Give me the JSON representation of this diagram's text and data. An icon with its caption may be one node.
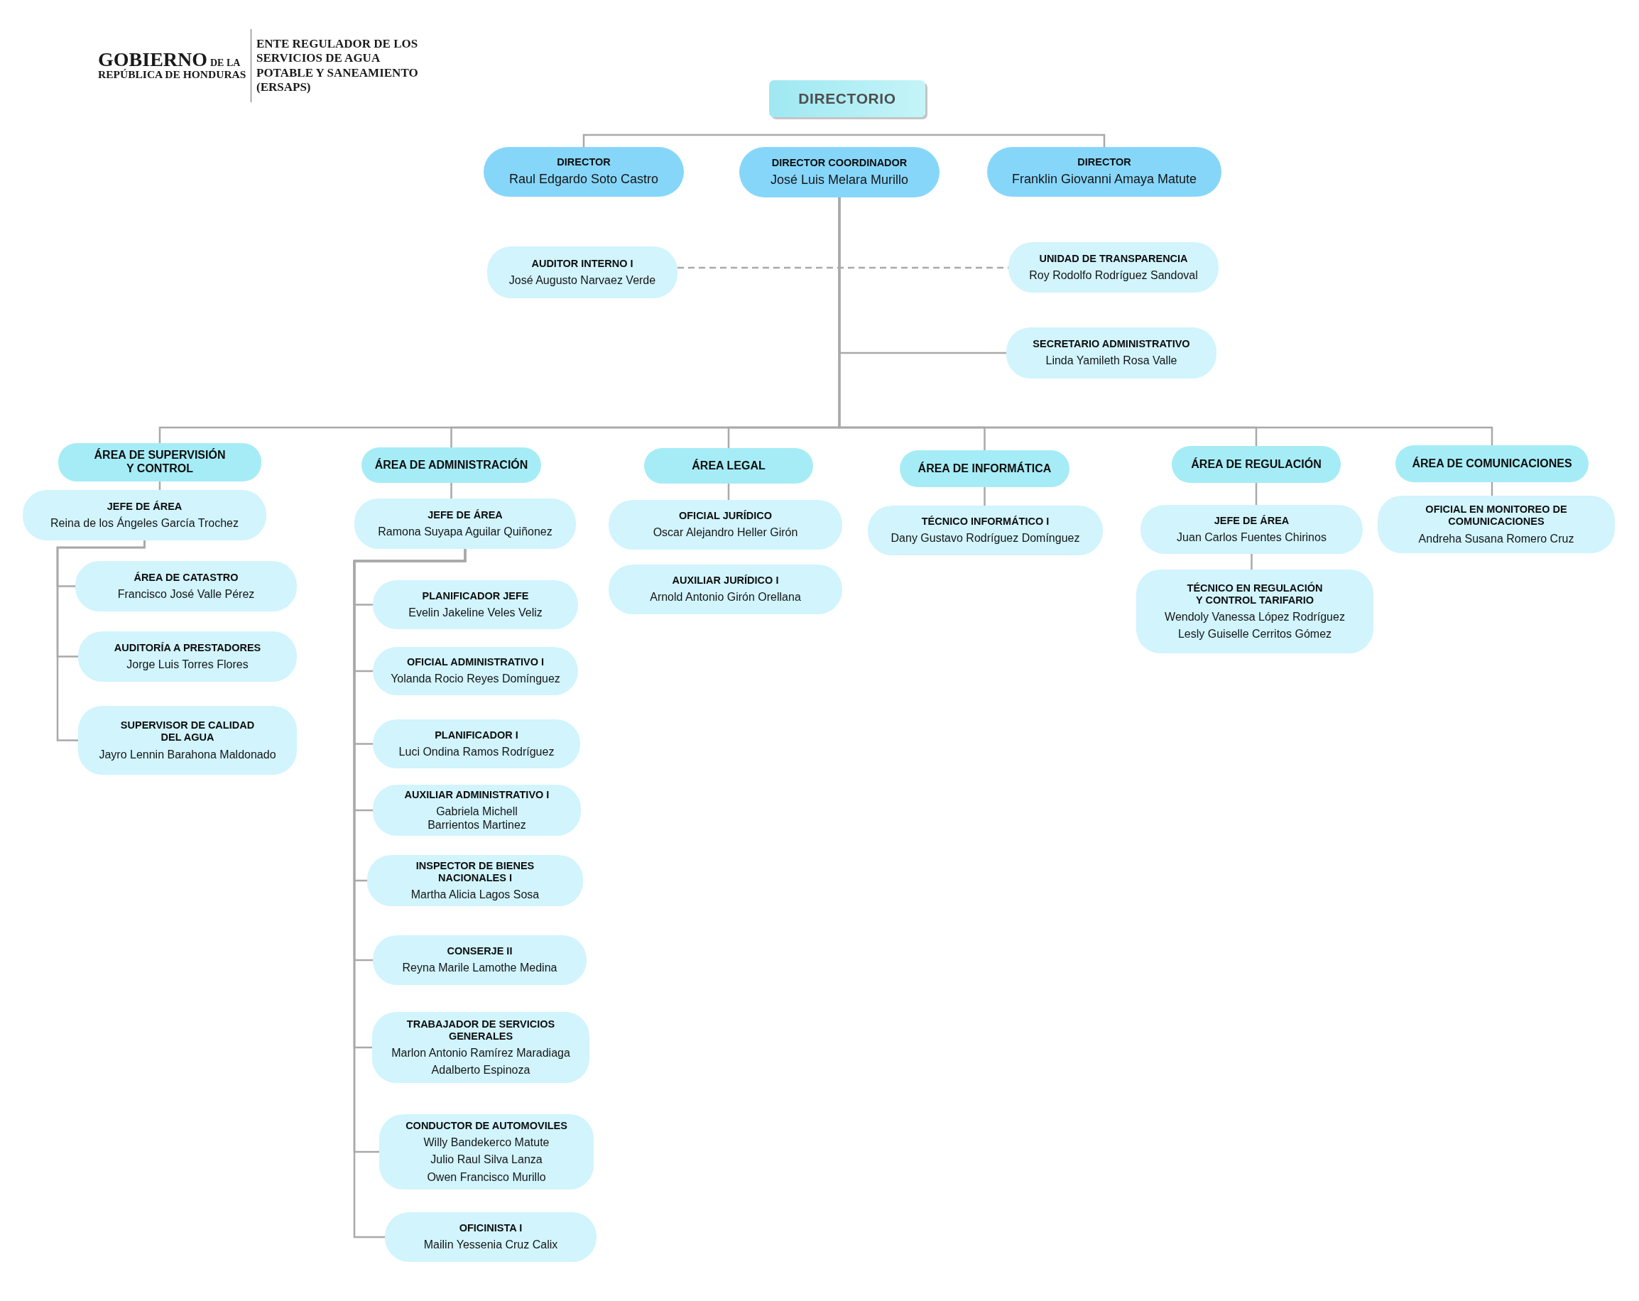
{
  "diagram": {
    "nodes": [
      {
        "text": [
          "DIRECTORIO"
        ]
      },
      {
        "text": [
          "DIRECTOR",
          "Raul Edgardo Soto Castro"
        ]
      },
      {
        "text": [
          "DIRECTOR COORDINADOR",
          "José Luis Melara Murillo"
        ]
      },
      {
        "text": [
          "DIRECTOR",
          "Franklin Giovanni Amaya Matute"
        ]
      },
      {
        "text": [
          "AUDITOR INTERNO I",
          "José Augusto Narvaez Verde"
        ]
      },
      {
        "text": [
          "UNIDAD DE TRANSPARENCIA",
          "Roy Rodolfo Rodríguez Sandoval"
        ]
      },
      {
        "text": [
          "SECRETARIO ADMINISTRATIVO",
          "Linda Yamileth Rosa Valle"
        ]
      },
      {
        "text": [
          "ÁREA DE SUPERVISIÓN Y CONTROL"
        ]
      },
      {
        "text": [
          "JEFE DE ÁREA",
          "Reina de los Ángeles García Trochez"
        ]
      },
      {
        "text": [
          "ÁREA DE CATASTRO",
          "Francisco José Valle Pérez"
        ]
      },
      {
        "text": [
          "AUDITORÍA A PRESTADORES",
          "Jorge Luis Torres Flores"
        ]
      },
      {
        "text": [
          "SUPERVISOR DE CALIDAD DEL AGUA",
          "Jayro Lennin Barahona Maldonado"
        ]
      },
      {
        "text": [
          "ÁREA DE ADMINISTRACIÓN"
        ]
      },
      {
        "text": [
          "JEFE DE ÁREA",
          "Ramona Suyapa Aguilar Quiñonez"
        ]
      },
      {
        "text": [
          "PLANIFICADOR JEFE",
          "Evelin Jakeline Veles Veliz"
        ]
      },
      {
        "text": [
          "OFICIAL ADMINISTRATIVO I",
          "Yolanda Rocio Reyes Domínguez"
        ]
      },
      {
        "text": [
          "PLANIFICADOR I",
          "Luci Ondina Ramos Rodríguez"
        ]
      },
      {
        "text": [
          "AUXILIAR ADMINISTRATIVO I",
          "Gabriela Michell Barrientos Martinez"
        ]
      },
      {
        "text": [
          "INSPECTOR DE BIENES NACIONALES I",
          "Martha Alicia Lagos Sosa"
        ]
      },
      {
        "text": [
          "CONSERJE II",
          "Reyna Marile Lamothe Medina"
        ]
      },
      {
        "text": [
          "TRABAJADOR DE SERVICIOS GENERALES",
          "Marlon Antonio Ramírez Maradiaga",
          "Adalberto Espinoza"
        ]
      },
      {
        "text": [
          "CONDUCTOR DE AUTOMOVILES",
          "Willy Bandekerco Matute",
          "Julio Raul Silva Lanza",
          "Owen Francisco Murillo"
        ]
      },
      {
        "text": [
          "OFICINISTA I",
          "Mailin Yessenia Cruz Calix"
        ]
      },
      {
        "text": [
          "ÁREA LEGAL"
        ]
      },
      {
        "text": [
          "OFICIAL JURÍDICO",
          "Oscar Alejandro Heller Girón"
        ]
      },
      {
        "text": [
          "AUXILIAR JURÍDICO I",
          "Arnold Antonio Girón Orellana"
        ]
      },
      {
        "text": [
          "ÁREA DE INFORMÁTICA"
        ]
      },
      {
        "text": [
          "TÉCNICO INFORMÁTICO I",
          "Dany Gustavo Rodríguez Domínguez"
        ]
      },
      {
        "text": [
          "ÁREA DE REGULACIÓN"
        ]
      },
      {
        "text": [
          "JEFE DE ÁREA",
          "Juan Carlos Fuentes Chirinos"
        ]
      },
      {
        "text": [
          "TÉCNICO EN REGULACIÓN Y CONTROL TARIFARIO",
          "Wendoly Vanessa López Rodríguez",
          "Lesly Guiselle Cerritos Gómez"
        ]
      },
      {
        "text": [
          "ÁREA DE COMUNICACIONES"
        ]
      },
      {
        "text": [
          "OFICIAL EN MONITOREO DE COMUNICACIONES",
          "Andreha Susana Romero Cruz"
        ]
      }
    ],
    "edges": [
      {
        "from": 1,
        "to": 3,
        "arrow": "none"
      },
      {
        "from": 4,
        "to": 5,
        "arrow": "none",
        "style": "dashed"
      },
      {
        "from": 2,
        "to": 6,
        "arrow": "none"
      },
      {
        "from": 2,
        "to": 7,
        "arrow": "none"
      },
      {
        "from": 2,
        "to": 12,
        "arrow": "none"
      },
      {
        "from": 2,
        "to": 23,
        "arrow": "none"
      },
      {
        "from": 2,
        "to": 26,
        "arrow": "none"
      },
      {
        "from": 2,
        "to": 28,
        "arrow": "none"
      },
      {
        "from": 2,
        "to": 31,
        "arrow": "none"
      },
      {
        "from": 7,
        "to": 8,
        "arrow": "none"
      },
      {
        "from": 8,
        "to": 9,
        "arrow": "none"
      },
      {
        "from": 8,
        "to": 10,
        "arrow": "none"
      },
      {
        "from": 8,
        "to": 11,
        "arrow": "none"
      },
      {
        "from": 12,
        "to": 13,
        "arrow": "none"
      },
      {
        "from": 13,
        "to": 14,
        "arrow": "none"
      },
      {
        "from": 13,
        "to": 15,
        "arrow": "none"
      },
      {
        "from": 13,
        "to": 16,
        "arrow": "none"
      },
      {
        "from": 13,
        "to": 17,
        "arrow": "none"
      },
      {
        "from": 13,
        "to": 18,
        "arrow": "none"
      },
      {
        "from": 13,
        "to": 19,
        "arrow": "none"
      },
      {
        "from": 13,
        "to": 20,
        "arrow": "none"
      },
      {
        "from": 13,
        "to": 21,
        "arrow": "none"
      },
      {
        "from": 13,
        "to": 22,
        "arrow": "none"
      },
      {
        "from": 23,
        "to": 24,
        "arrow": "none"
      },
      {
        "from": 26,
        "to": 27,
        "arrow": "none"
      },
      {
        "from": 28,
        "to": 29,
        "arrow": "none"
      },
      {
        "from": 29,
        "to": 30,
        "arrow": "none"
      },
      {
        "from": 31,
        "to": 32,
        "arrow": "none"
      }
    ],
    "labels": [
      "GOBIERNO",
      "DE LA",
      "REPÚBLICA DE HONDURAS",
      "ENTE REGULADOR DE LOS SERVICIOS DE AGUA POTABLE Y SANEAMIENTO (ERSAPS)"
    ]
  }
}
